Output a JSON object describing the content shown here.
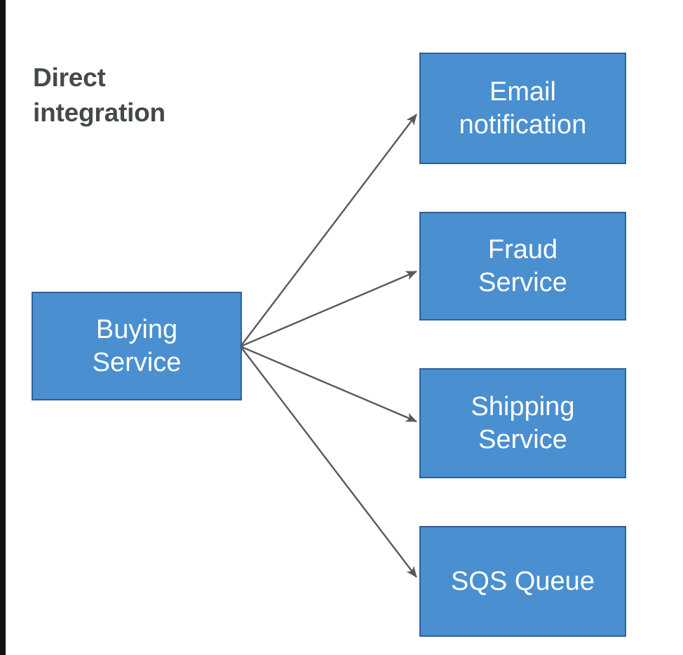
{
  "diagram": {
    "title": "Direct\nintegration",
    "title_color": "#434a49",
    "background_color": "#ffffff",
    "node_fill_color": "#4a8fd0",
    "node_border_color": "#2f6098",
    "node_text_color": "#ffffff",
    "connector_color": "#595959",
    "source": {
      "id": "buying-service",
      "label": "Buying\nService"
    },
    "targets": [
      {
        "id": "email-notification",
        "label": "Email\nnotification"
      },
      {
        "id": "fraud-service",
        "label": "Fraud\nService"
      },
      {
        "id": "shipping-service",
        "label": "Shipping\nService"
      },
      {
        "id": "sqs-queue",
        "label": "SQS Queue"
      }
    ],
    "connectors": [
      {
        "from": "buying-service",
        "to": "email-notification",
        "style": "arrow"
      },
      {
        "from": "buying-service",
        "to": "fraud-service",
        "style": "arrow"
      },
      {
        "from": "buying-service",
        "to": "shipping-service",
        "style": "arrow"
      },
      {
        "from": "buying-service",
        "to": "sqs-queue",
        "style": "arrow"
      }
    ]
  }
}
